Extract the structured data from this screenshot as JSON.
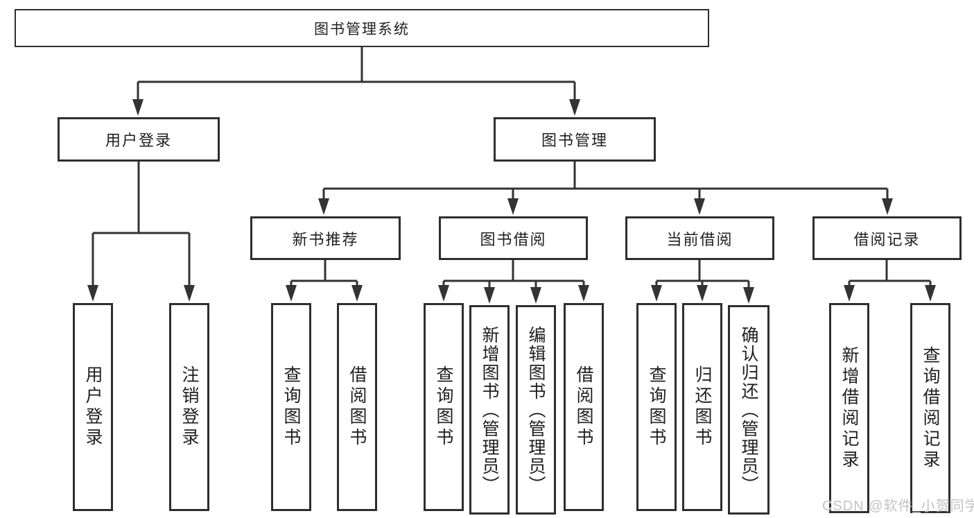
{
  "colors": {
    "background": "#ffffff",
    "line": "#333333",
    "box_border": "#2e2e2e",
    "text": "#1f1f1f",
    "watermark": "#c3c3c3"
  },
  "tree": {
    "label": "图书管理系统",
    "children": [
      {
        "label": "用户登录",
        "children": [
          {
            "label": "用户登录"
          },
          {
            "label": "注销登录"
          }
        ]
      },
      {
        "label": "图书管理",
        "children": [
          {
            "label": "新书推荐",
            "children": [
              {
                "label": "查询图书"
              },
              {
                "label": "借阅图书"
              }
            ]
          },
          {
            "label": "图书借阅",
            "children": [
              {
                "label": "查询图书"
              },
              {
                "label": "新增图书（管理员）"
              },
              {
                "label": "编辑图书（管理员）"
              },
              {
                "label": "借阅图书"
              }
            ]
          },
          {
            "label": "当前借阅",
            "children": [
              {
                "label": "查询图书"
              },
              {
                "label": "归还图书"
              },
              {
                "label": "确认归还（管理员）"
              }
            ]
          },
          {
            "label": "借阅记录",
            "children": [
              {
                "label": "新增借阅记录"
              },
              {
                "label": "查询借阅记录"
              }
            ]
          }
        ]
      }
    ]
  },
  "watermark": "CSDN @软件_小贺同学"
}
